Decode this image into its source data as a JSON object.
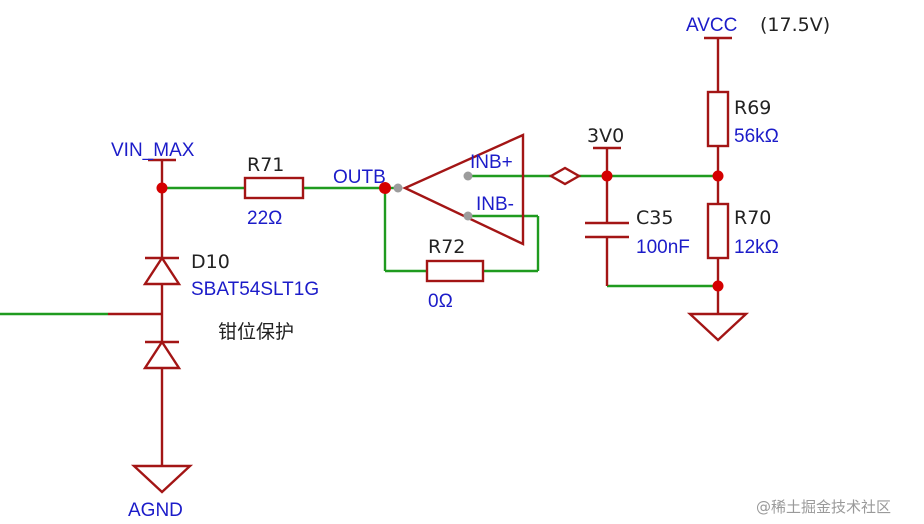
{
  "schematic": {
    "nets": {
      "vin_max": "VIN_MAX",
      "outb": "OUTB",
      "inb_plus": "INB+",
      "inb_minus": "INB-",
      "v3v0": "3V0",
      "avcc": "AVCC",
      "avcc_voltage": "(17.5V)",
      "agnd": "AGND"
    },
    "components": {
      "r71": {
        "ref": "R71",
        "value": "22Ω"
      },
      "r72": {
        "ref": "R72",
        "value": "0Ω"
      },
      "r69": {
        "ref": "R69",
        "value": "56kΩ"
      },
      "r70": {
        "ref": "R70",
        "value": "12kΩ"
      },
      "c35": {
        "ref": "C35",
        "value": "100nF"
      },
      "d10": {
        "ref": "D10",
        "value": "SBAT54SLT1G"
      }
    },
    "annotation": "钳位保护",
    "watermark": "@稀土掘金技术社区",
    "colors": {
      "wire": "#1f9b1f",
      "component": "#a31515",
      "junction": "#d40000",
      "net_label": "#1c1cc9",
      "pin": "#9c9c9c"
    }
  }
}
